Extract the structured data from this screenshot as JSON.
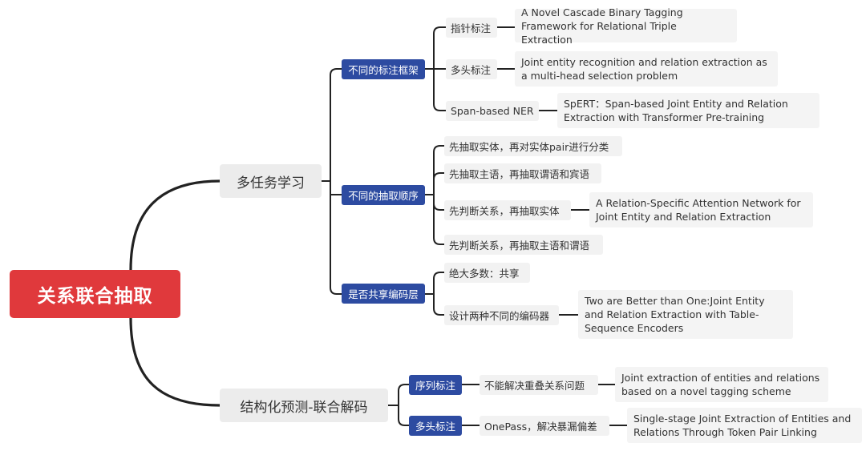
{
  "root": {
    "label": "关系联合抽取"
  },
  "branches": [
    {
      "label": "多任务学习",
      "children": [
        {
          "label": "不同的标注框架",
          "children": [
            {
              "label": "指针标注",
              "paper": "A Novel Cascade Binary Tagging Framework for Relational Triple Extraction"
            },
            {
              "label": "多头标注",
              "paper": "Joint entity recognition and relation extraction as a multi-head selection problem"
            },
            {
              "label": "Span-based NER",
              "paper": "SpERT：Span-based Joint Entity and Relation Extraction with Transformer Pre-training"
            }
          ]
        },
        {
          "label": "不同的抽取顺序",
          "children": [
            {
              "label": "先抽取实体，再对实体pair进行分类"
            },
            {
              "label": "先抽取主语，再抽取谓语和宾语"
            },
            {
              "label": "先判断关系，再抽取实体",
              "paper": "A Relation-Specific Attention Network for Joint Entity and Relation Extraction"
            },
            {
              "label": "先判断关系，再抽取主语和谓语"
            }
          ]
        },
        {
          "label": "是否共享编码层",
          "children": [
            {
              "label": "绝大多数：共享"
            },
            {
              "label": "设计两种不同的编码器",
              "paper": "Two are Better than One:Joint Entity and Relation Extraction with Table-Sequence Encoders"
            }
          ]
        }
      ]
    },
    {
      "label": "结构化预测-联合解码",
      "children": [
        {
          "label": "序列标注",
          "children": [
            {
              "label": "不能解决重叠关系问题",
              "paper": "Joint extraction of entities and relations based on a novel tagging scheme"
            }
          ]
        },
        {
          "label": "多头标注",
          "children": [
            {
              "label": "OnePass，解决暴漏偏差",
              "paper": "Single-stage Joint Extraction of Entities and Relations Through Token Pair Linking"
            }
          ]
        }
      ]
    }
  ],
  "colors": {
    "root": "#e0393c",
    "sub": "#2d4ba1",
    "main_bg": "#ececec",
    "line": "#222222"
  }
}
